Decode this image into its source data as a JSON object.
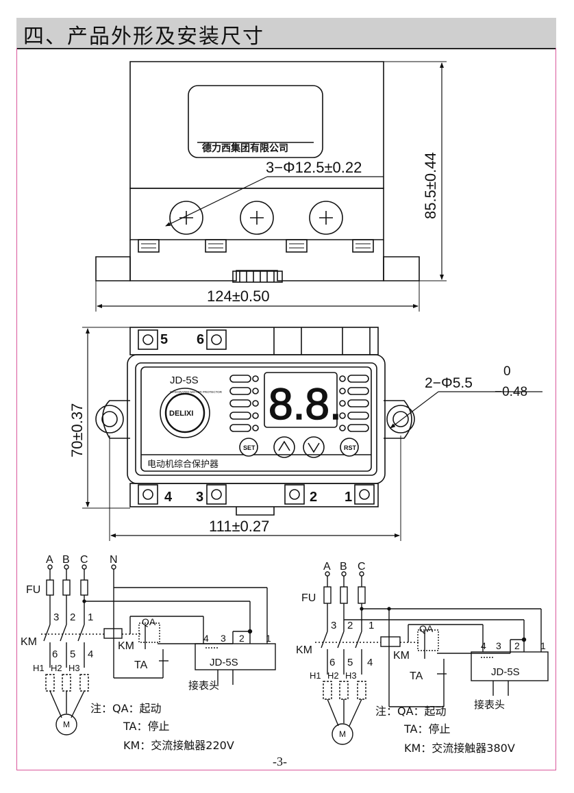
{
  "header": {
    "title": "四、产品外形及安装尺寸"
  },
  "top_view": {
    "brand_text": "德力西集团有限公司",
    "hole_dim": "3−Φ12.5±0.22",
    "height_dim": "85.5±0.44",
    "width_dim": "124±0.50"
  },
  "front_view": {
    "terminals": [
      "5",
      "6",
      "4",
      "3",
      "2",
      "1"
    ],
    "model": "JD-5S",
    "logo": "DELIXI",
    "logo_ring": "INTEGRATED MOTOR PROTECTOR",
    "display": "8.8.",
    "buttons": [
      "SET",
      "RST"
    ],
    "product_name": "电动机综合保护器",
    "hole_dim": "2−Φ5.5",
    "hole_tol_upper": "0",
    "hole_tol_lower": "−0.48",
    "height_dim": "70±0.37",
    "width_dim": "111±0.27"
  },
  "wiring_220": {
    "phases": [
      "A",
      "B",
      "C",
      "N"
    ],
    "fu": "FU",
    "km": "KM",
    "qa": "QA",
    "ta": "TA",
    "heaters": [
      "H1",
      "H2",
      "H3"
    ],
    "top_nums": [
      "3",
      "2",
      "1"
    ],
    "bot_nums": [
      "6",
      "5",
      "4"
    ],
    "terminals": [
      "4",
      "3",
      "2",
      "1"
    ],
    "device": "JD-5S",
    "meter": "接表头",
    "motor": "M",
    "notes": [
      "注：QA：起动",
      "TA：停止",
      "KM：交流接触器220V"
    ]
  },
  "wiring_380": {
    "phases": [
      "A",
      "B",
      "C"
    ],
    "fu": "FU",
    "km": "KM",
    "qa": "QA",
    "ta": "TA",
    "heaters": [
      "H1",
      "H2",
      "H3"
    ],
    "top_nums": [
      "3",
      "2",
      "1"
    ],
    "bot_nums": [
      "6",
      "5",
      "4"
    ],
    "terminals": [
      "4",
      "3",
      "2",
      "1"
    ],
    "device": "JD-5S",
    "meter": "接表头",
    "motor": "M",
    "notes": [
      "注：QA：起动",
      "TA：停止",
      "KM：交流接触器380V"
    ]
  },
  "footer": {
    "page": "-3-"
  }
}
